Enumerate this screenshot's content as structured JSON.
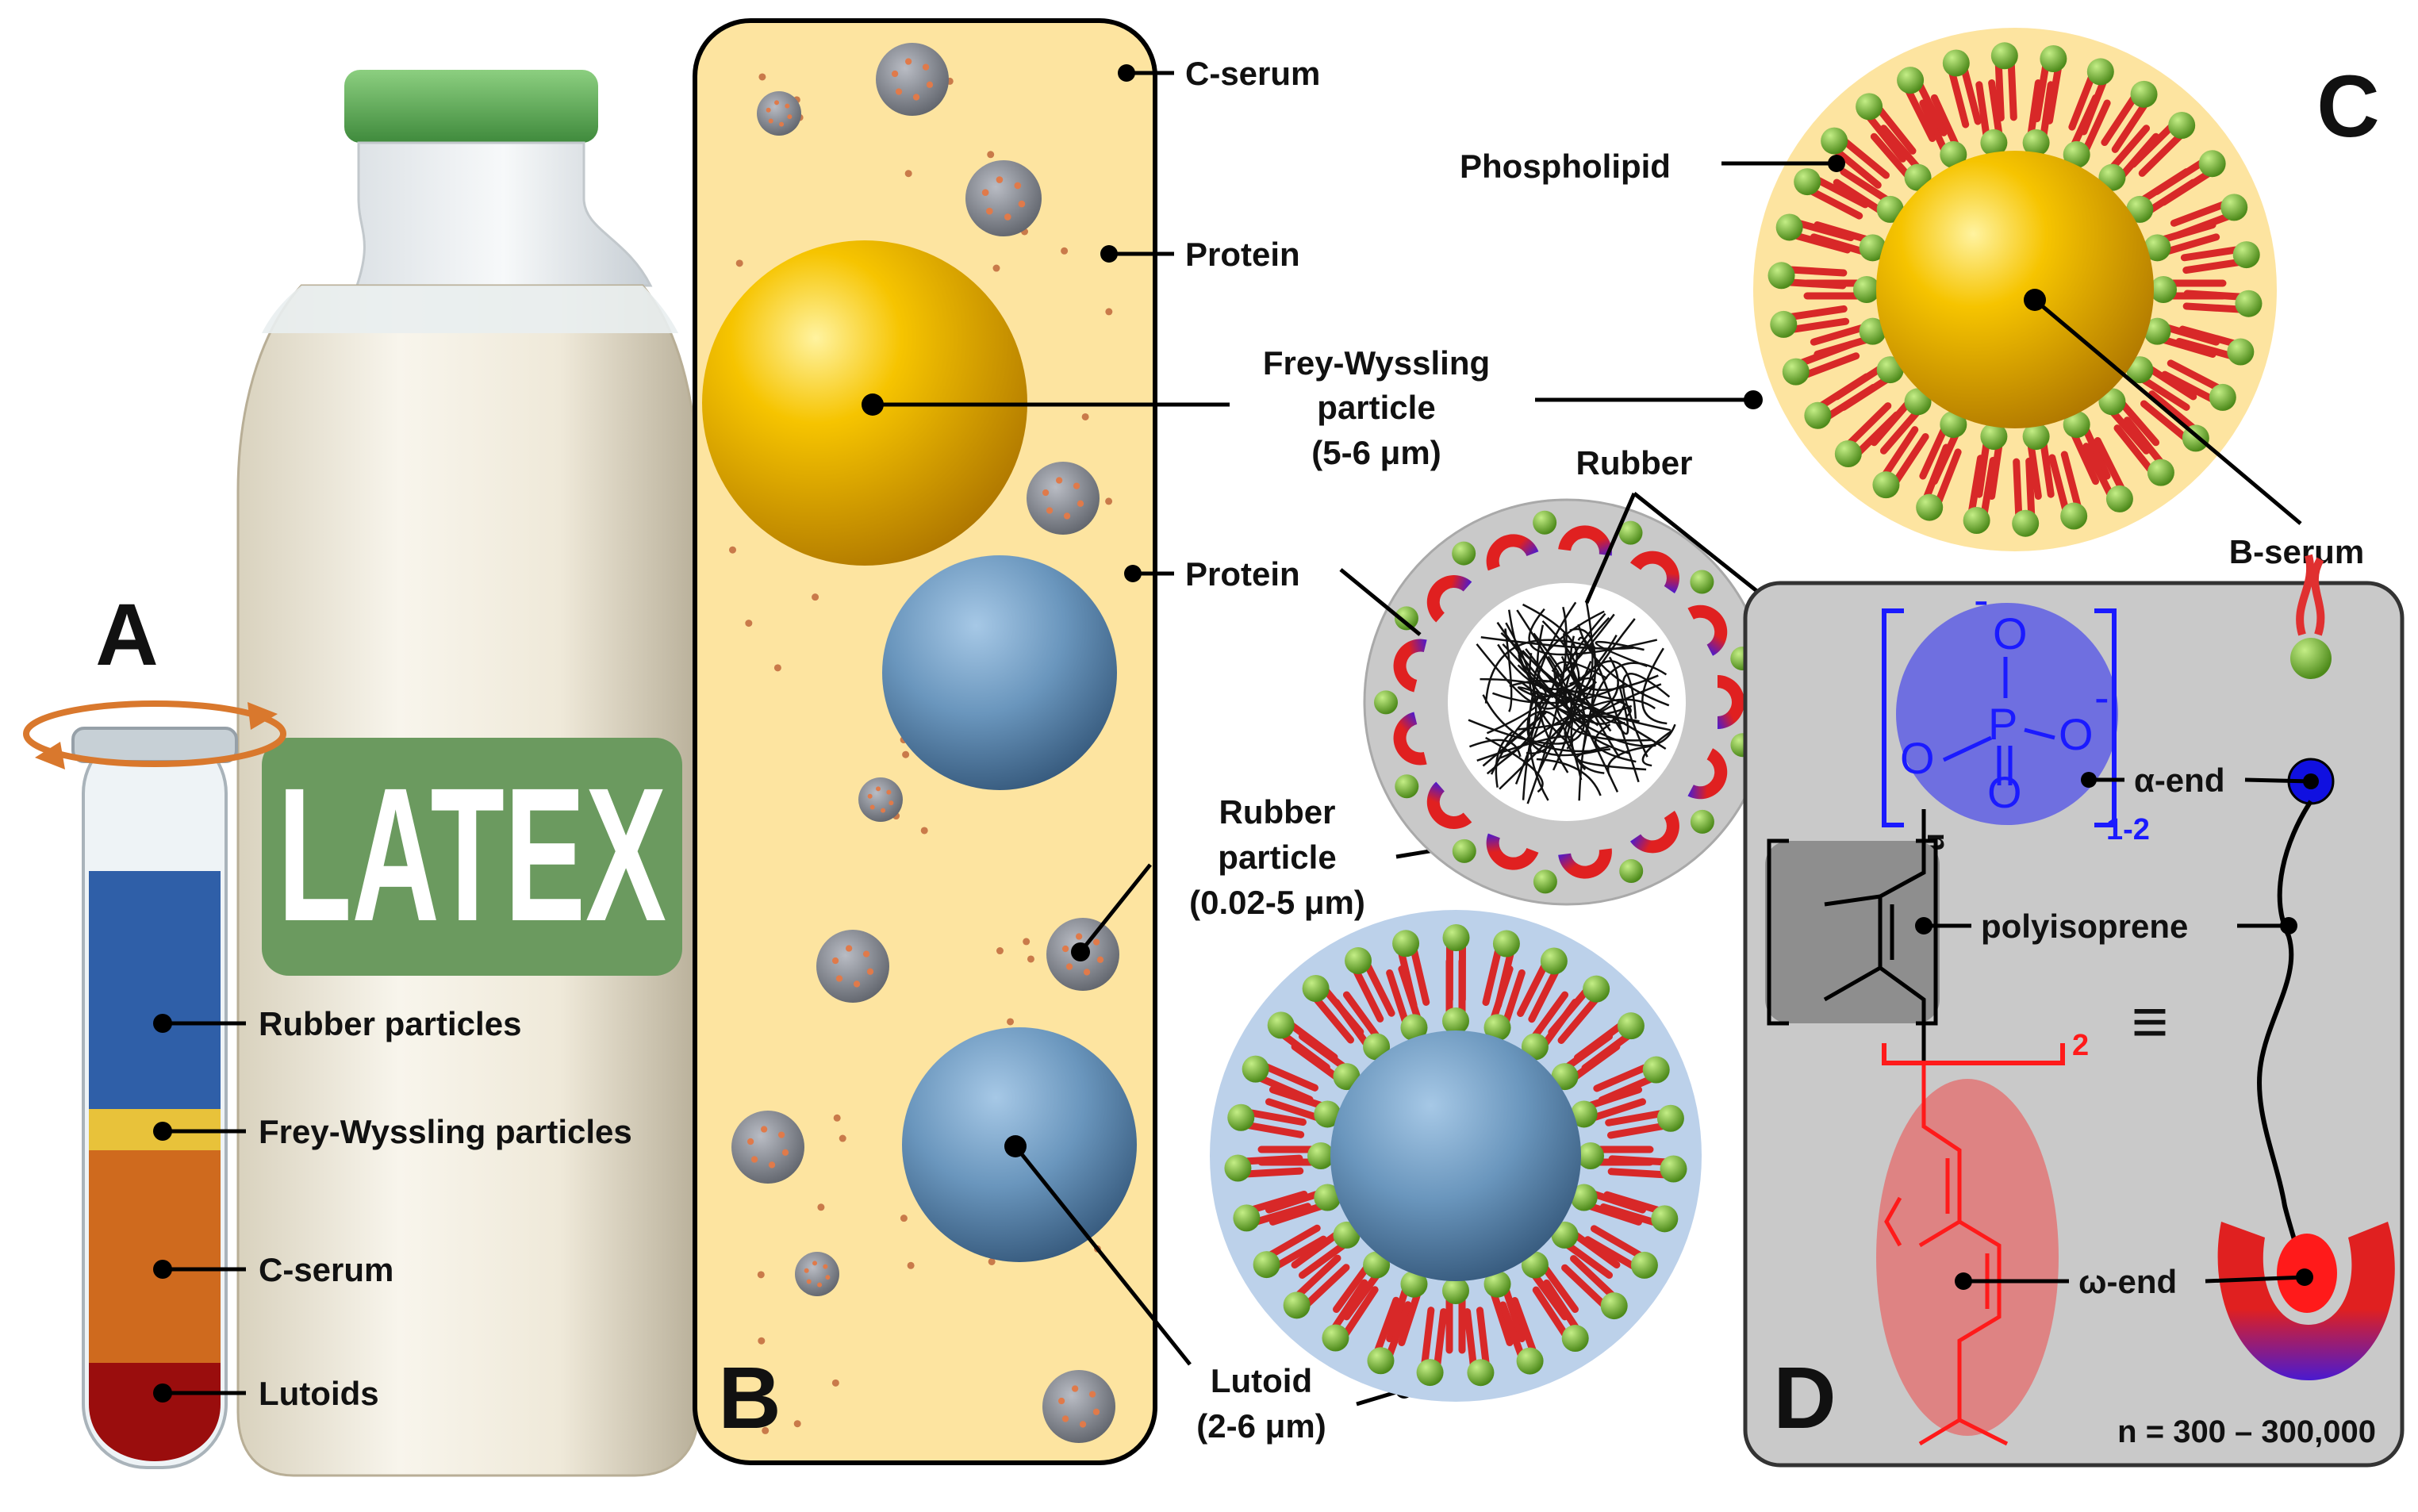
{
  "panels": {
    "a": "A",
    "b": "B",
    "c": "C",
    "d": "D"
  },
  "bottle": {
    "label": "LATEX"
  },
  "tube_labels": {
    "rubber": "Rubber particles",
    "frey": "Frey-Wyssling particles",
    "cserum": "C-serum",
    "lutoids": "Lutoids"
  },
  "panel_b": {
    "cserum": "C-serum",
    "protein_1": "Protein",
    "frey_1": "Frey-Wyssling",
    "frey_2": "particle",
    "frey_3": "(5-6 μm)",
    "protein_2": "Protein",
    "rubber_1": "Rubber",
    "rubber_2": "particle",
    "rubber_3": "(0.02-5 μm)",
    "lutoid_1": "Lutoid",
    "lutoid_2": "(2-6 μm)"
  },
  "panel_c": {
    "phospholipid": "Phospholipid",
    "bserum": "B-serum",
    "rubber": "Rubber"
  },
  "panel_d": {
    "o_top": "O",
    "p": "P",
    "o_right": "O",
    "o_left": "O",
    "o_bottom": "O",
    "minus_1": "-",
    "minus_2": "-",
    "n_sub": "n",
    "sub_12": "1-2",
    "sub_2": "2",
    "alpha": "α-end",
    "poly": "polyisoprene",
    "equiv": "≡",
    "omega": "ω-end",
    "n_range": "n = 300 – 300,000"
  },
  "colors": {
    "serum_panel": "#fde4a0",
    "tube_blue": "#2f5fa8",
    "tube_yellow": "#e8c23a",
    "tube_orange": "#cf6a1e",
    "tube_red": "#9a0d0d",
    "lipid_tail": "#e03030",
    "lipid_head": "#7dbb35",
    "frey_gold": "#f2b400",
    "lutoid_blue": "#5f8fb8",
    "panel_d_grey": "#c9c9c9",
    "phosphate_blue": "#1a1aff",
    "omega_red": "#ff1a1a"
  }
}
